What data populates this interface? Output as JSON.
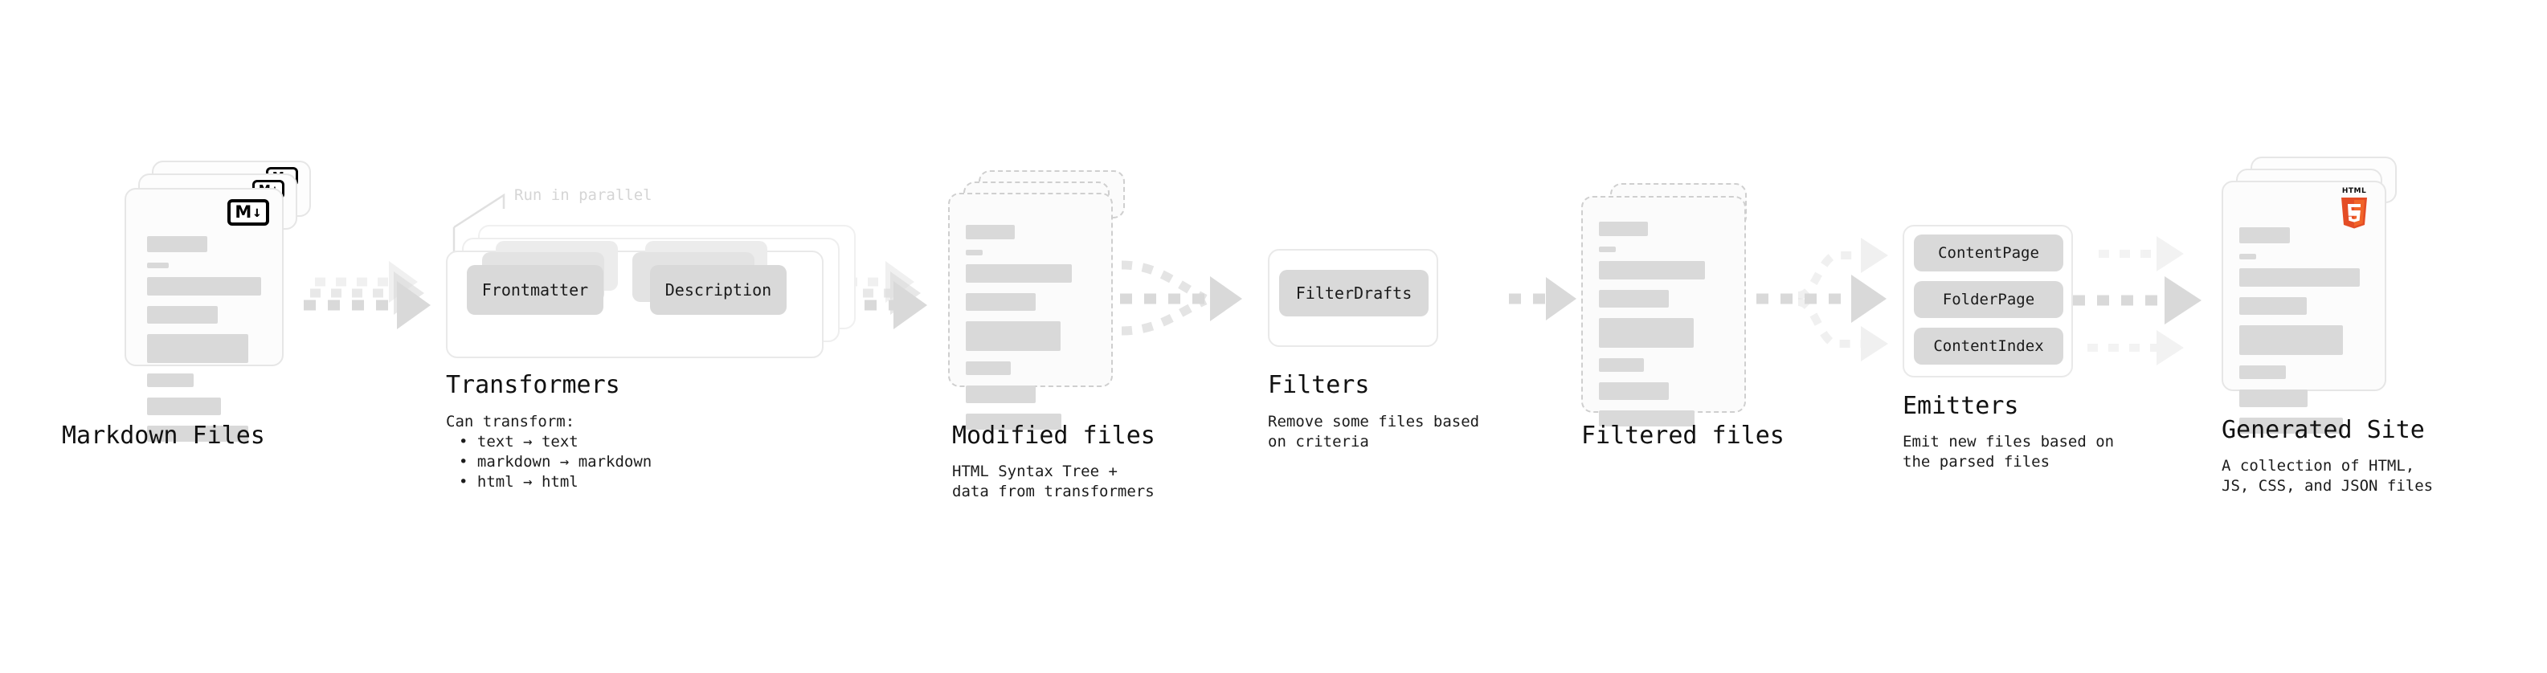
{
  "diagram": {
    "title": "Quartz content pipeline",
    "background": "#ffffff",
    "accent_gray": "#d9d9d9",
    "card_border": "#e6e6e6",
    "dashed_border": "#cfcfcf",
    "html5_orange": "#e44d26",
    "html5_orange_light": "#f16529",
    "js_yellow": "#f7df1e",
    "css_blue": "#264de4"
  },
  "stages": [
    {
      "id": "markdown-files",
      "title": "Markdown Files",
      "subtitle": "",
      "icon": "markdown-icon",
      "icon_glyphs": {
        "letter": "M",
        "arrow": "↓"
      },
      "card_count": 3,
      "card_style": "solid"
    },
    {
      "id": "transformers",
      "title": "Transformers",
      "subtitle": "Can transform:",
      "parallel_label": "Run in parallel",
      "chips": [
        "Frontmatter",
        "Description"
      ],
      "bullets": [
        "• text → text",
        "• markdown → markdown",
        "• html → html"
      ],
      "card_count": 3
    },
    {
      "id": "modified-files",
      "title": "Modified files",
      "subtitle": "HTML Syntax Tree +\ndata from transformers",
      "card_count": 3,
      "card_style": "dashed"
    },
    {
      "id": "filters",
      "title": "Filters",
      "subtitle": "Remove some files based\non criteria",
      "chips": [
        "FilterDrafts"
      ]
    },
    {
      "id": "filtered-files",
      "title": "Filtered files",
      "subtitle": "",
      "card_count": 2,
      "card_style": "dashed"
    },
    {
      "id": "emitters",
      "title": "Emitters",
      "subtitle": "Emit new files based on\nthe parsed files",
      "chips": [
        "ContentPage",
        "FolderPage",
        "ContentIndex"
      ]
    },
    {
      "id": "generated-site",
      "title": "Generated Site",
      "subtitle": "A collection of HTML,\nJS, CSS, and JSON files",
      "icon": "html5-icon",
      "icon_label": "HTML",
      "icon_digit": "5",
      "badges": [
        "css-badge",
        "js-badge"
      ],
      "card_count": 3,
      "card_style": "solid"
    }
  ],
  "connectors": [
    {
      "id": "md-to-transformers",
      "kind": "parallel-triple"
    },
    {
      "id": "transformers-to-modified",
      "kind": "parallel-triple"
    },
    {
      "id": "modified-to-filters",
      "kind": "merge"
    },
    {
      "id": "filters-to-filtered",
      "kind": "single"
    },
    {
      "id": "filtered-to-emitters",
      "kind": "fan-out-three"
    },
    {
      "id": "emitters-to-site",
      "kind": "three-parallel"
    }
  ]
}
